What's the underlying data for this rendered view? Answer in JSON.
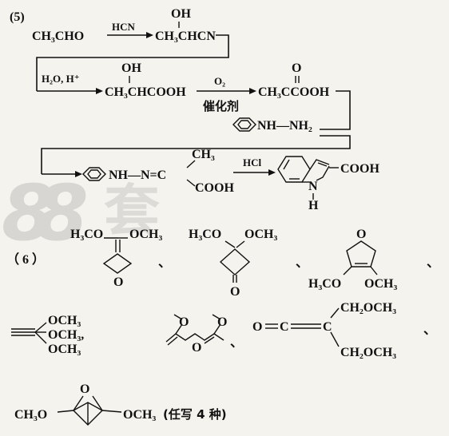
{
  "part5": {
    "label": "(5)",
    "step1": {
      "reactant": "CH₃CHO",
      "reagent": "HCN",
      "product_oh": "OH",
      "product": "CH₃CHCN"
    },
    "step2": {
      "reagent": "H₂O, H⁺",
      "product_oh": "OH",
      "product": "CH₃CHCOOH",
      "reagent2": "O₂",
      "catalyst": "催化剂",
      "product2_o": "O",
      "product2": "CH₃CCOOH"
    },
    "step3": {
      "reagent": "NH—NH₂",
      "hydrazone": "NH—N=C",
      "methyl": "CH₃",
      "cooh": "COOH",
      "reagent2": "HCl",
      "indole_cooh": "COOH",
      "indole_nh": "N",
      "indole_h": "H"
    }
  },
  "part6": {
    "label": "（ 6 ）",
    "s1": {
      "a": "H₃CO",
      "b": "OCH₃",
      "ring_o": "O"
    },
    "s2": {
      "a": "H₃CO",
      "b": "OCH₃",
      "ketone_o": "O"
    },
    "s3": {
      "ring_o": "O",
      "a": "H₃CO",
      "b": "OCH₃"
    },
    "s4": {
      "a": "OCH₃",
      "b": "OCH₃,",
      "c": "OCH₃"
    },
    "s5": {
      "o1": "O",
      "o2": "O",
      "o3": "O"
    },
    "s6": {
      "o": "O",
      "c": "C",
      "c2": "C",
      "top": "CH₂OCH₃",
      "bottom": "CH₂OCH₃"
    },
    "s7": {
      "a": "CH₃O",
      "b": "OCH₃",
      "bridge_o": "O",
      "note": "(任写 4 种)"
    },
    "separator": "、"
  },
  "watermark": "8",
  "watermark2": "套"
}
